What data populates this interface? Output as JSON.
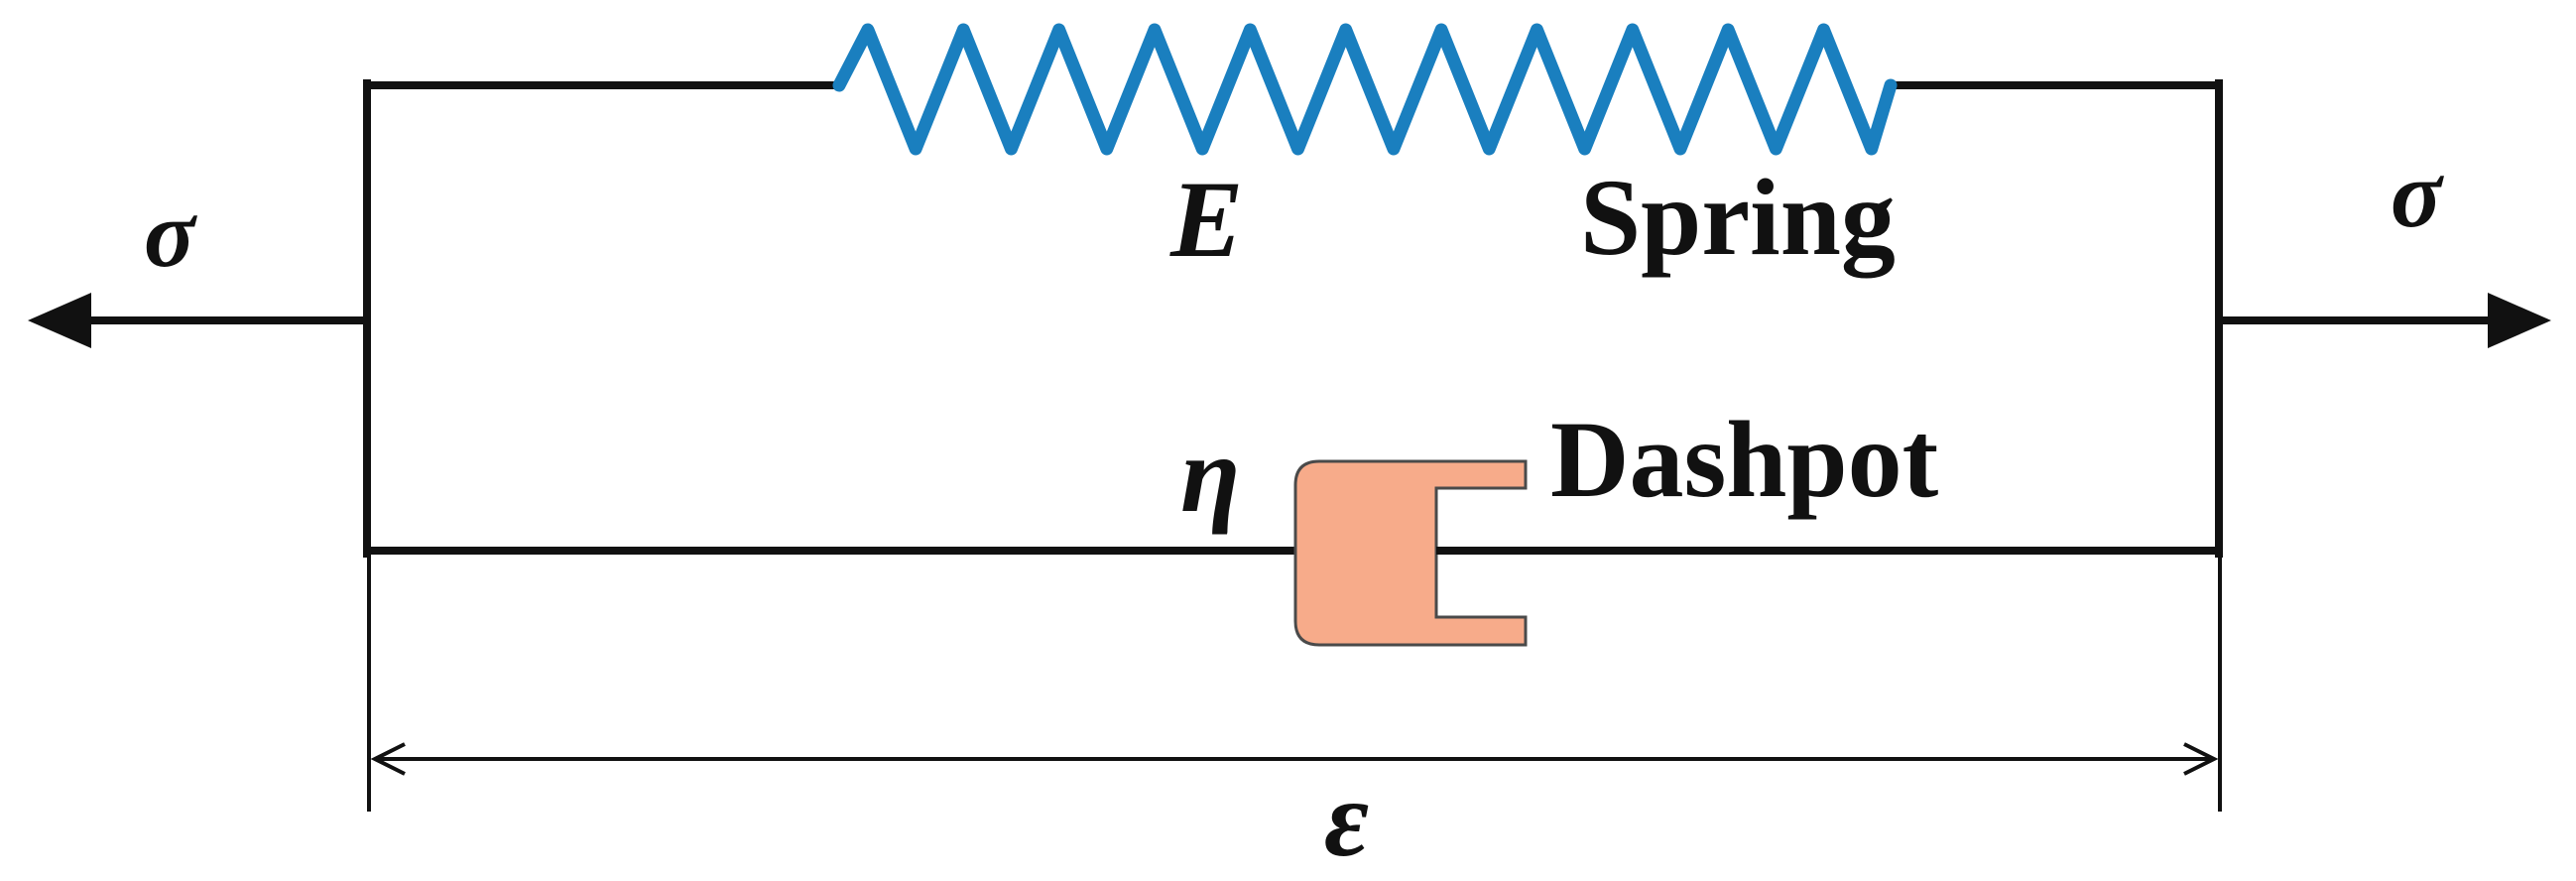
{
  "labels": {
    "stress_left": "σ",
    "stress_right": "σ",
    "modulus": "E",
    "spring": "Spring",
    "viscosity": "η",
    "dashpot": "Dashpot",
    "strain": "ε"
  },
  "colors": {
    "line": "#111111",
    "spring": "#1a7fbf",
    "dashpot_fill": "#f7ab8a",
    "dashpot_stroke": "#4a4a4a"
  },
  "spring": {
    "zigzag_count": 11
  }
}
